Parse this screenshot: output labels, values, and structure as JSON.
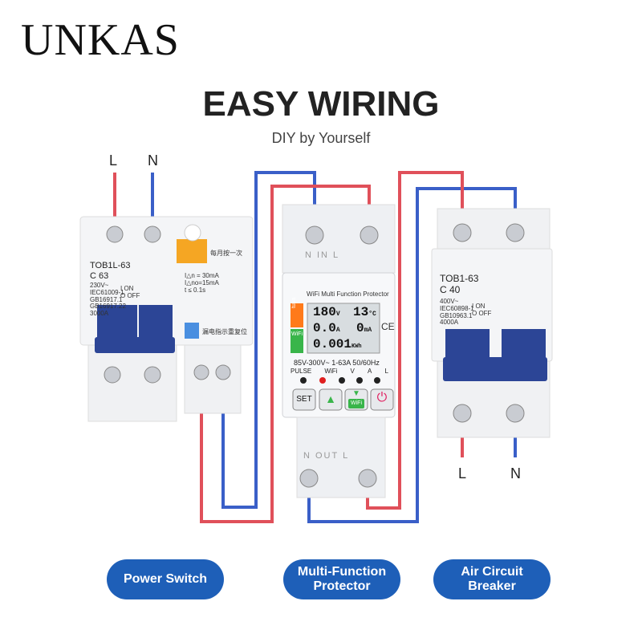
{
  "brand": "UNKAS",
  "title": "EASY WIRING",
  "subtitle": "DIY by Yourself",
  "labels": {
    "left_top_L": "L",
    "left_top_N": "N",
    "right_bottom_L": "L",
    "right_bottom_N": "N"
  },
  "left_breaker": {
    "model": "TOB1L-63",
    "rating": "C 63",
    "spec1": "230V~",
    "spec2": "IEC61009-1",
    "spec3": "GB16917.1",
    "spec4": "GB16917.22",
    "spec5": "3000A",
    "spec_on": "I ON",
    "spec_off": "O OFF",
    "spec_in": "I△n = 30mA",
    "spec_ino": "I△no=15mA",
    "spec_t": "t  ≤ 0.1s",
    "test_note": "每月按一次",
    "reset_note": "漏电指示重复位"
  },
  "protector": {
    "top_terminals": "N   IN   L",
    "bottom_terminals": "N   OUT   L",
    "name": "WiFi Multi Function Protector",
    "brand_tag": "tuya",
    "wifi_tag": "WiFi",
    "readings": {
      "voltage": "180",
      "voltage_unit": "V",
      "temp": "13",
      "temp_unit": "°C",
      "current": "0.0",
      "current_unit": "A",
      "leak": "0",
      "leak_unit": "mA",
      "energy": "0.001",
      "energy_unit": "KWh"
    },
    "ce": "CE",
    "spec": "85V-300V~ 1-63A 50/60Hz",
    "indicators": [
      "PULSE",
      "WiFi",
      "V",
      "A",
      "L"
    ],
    "buttons": {
      "set": "SET",
      "up": "▲",
      "down": "▼",
      "down_sub": "WiFi",
      "power": "⏻"
    }
  },
  "right_breaker": {
    "model": "TOB1-63",
    "rating": "C 40",
    "spec1": "400V~",
    "spec2": "IEC60898-1",
    "spec3": "GB10963.1",
    "spec4": "4000A",
    "spec_on": "I ON",
    "spec_off": "O OFF"
  },
  "pills": {
    "power_switch": "Power Switch",
    "protector": "Multi-Function\nProtector",
    "air_breaker": "Air Circuit\nBreaker"
  },
  "colors": {
    "live_wire": "#e0505a",
    "neutral_wire": "#3a5fc8",
    "handle": "#2c4596",
    "pill": "#1e5fb8"
  }
}
